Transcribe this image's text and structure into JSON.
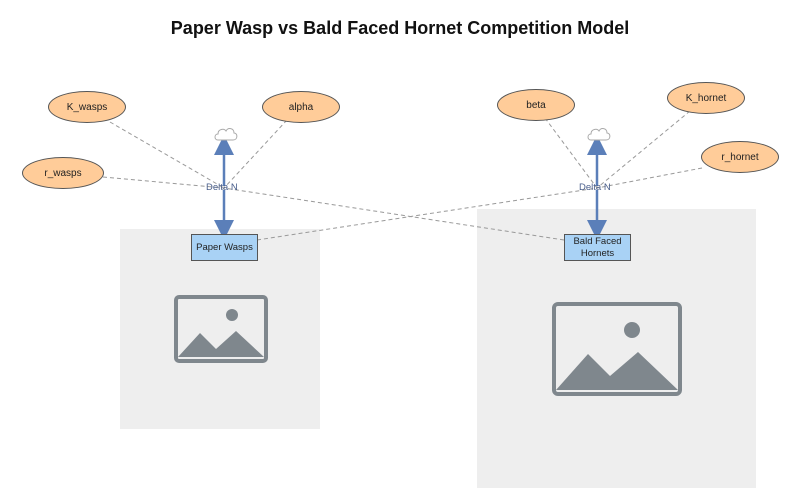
{
  "title": "Paper Wasp vs Bald Faced Hornet Competition Model",
  "parameters": {
    "k_wasps": "K_wasps",
    "alpha": "alpha",
    "r_wasps": "r_wasps",
    "beta": "beta",
    "k_hornet": "K_hornet",
    "r_hornet": "r_hornet"
  },
  "stocks": {
    "paper_wasps": "Paper Wasps",
    "bald_faced_hornets": "Bald Faced Hornets"
  },
  "flows": {
    "wasps_flow": "Delta N",
    "hornets_flow": "Delta N"
  },
  "colors": {
    "parameter_fill": "#ffcc99",
    "stock_fill": "#a9d2f5",
    "flow_arrow": "#5b7fb9",
    "link_dashed": "#999999"
  }
}
